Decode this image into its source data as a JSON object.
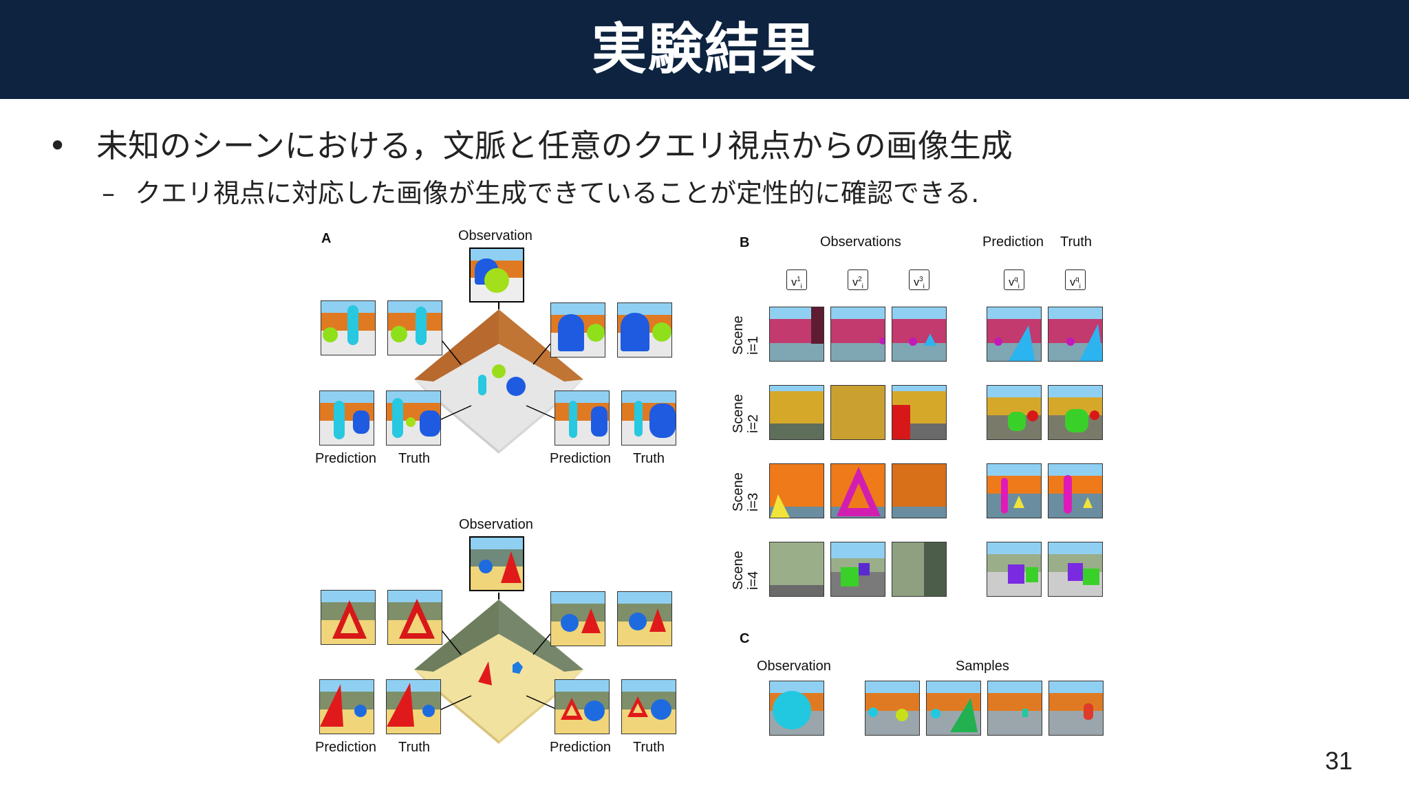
{
  "slide": {
    "title": "実験結果",
    "bullet": "未知のシーンにおける，文脈と任意のクエリ視点からの画像生成",
    "subbullet": "クエリ視点に対応した画像が生成できていることが定性的に確認できる.",
    "bullet_marker": "•",
    "subbullet_marker": "–",
    "page_number": "31"
  },
  "figure": {
    "panel_a": {
      "label": "A",
      "observation_label": "Observation",
      "prediction_label": "Prediction",
      "truth_label": "Truth"
    },
    "panel_b": {
      "label": "B",
      "observations_label": "Observations",
      "prediction_label": "Prediction",
      "truth_label": "Truth",
      "viewpoints": [
        "v",
        "v",
        "v",
        "v",
        "v"
      ],
      "viewpoint_sup": [
        "1",
        "2",
        "3",
        "q",
        "q"
      ],
      "viewpoint_sub": [
        "i",
        "i",
        "i",
        "i",
        "i"
      ],
      "scenes": [
        {
          "scene": "Scene",
          "index": "i=1"
        },
        {
          "scene": "Scene",
          "index": "i=2"
        },
        {
          "scene": "Scene",
          "index": "i=3"
        },
        {
          "scene": "Scene",
          "index": "i=4"
        }
      ]
    },
    "panel_c": {
      "label": "C",
      "observation_label": "Observation",
      "samples_label": "Samples"
    }
  },
  "colors": {
    "header_bg": "#0d2340",
    "title_text": "#ffffff"
  }
}
